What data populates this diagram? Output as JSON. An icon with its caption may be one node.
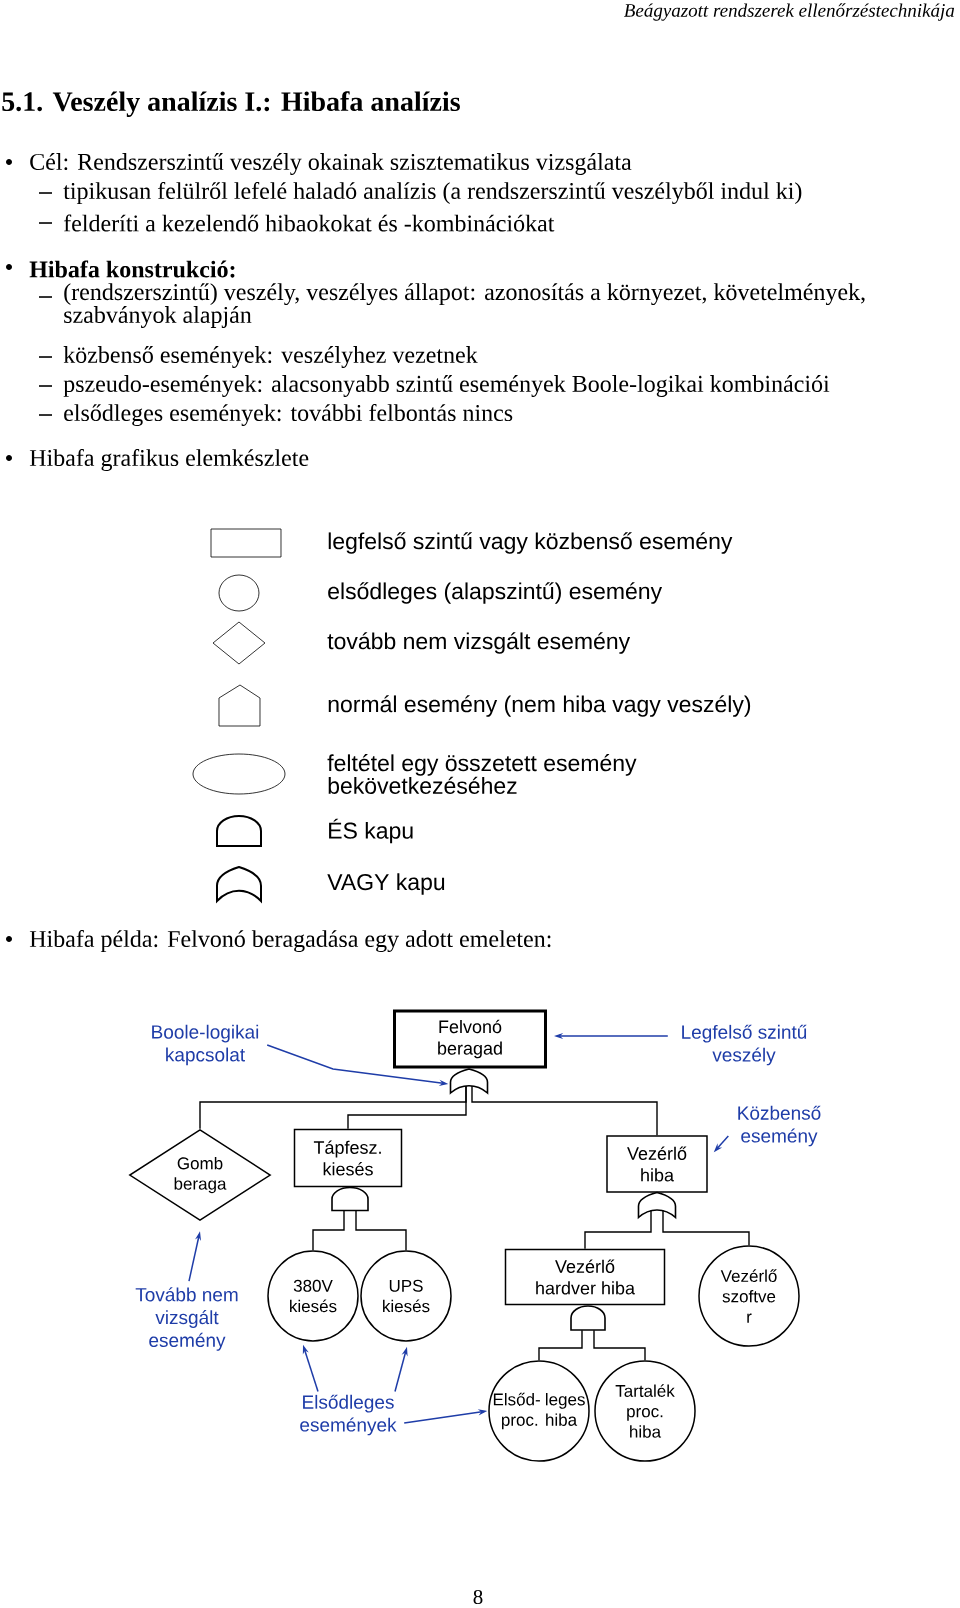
{
  "diagram": {
    "title": "5.1. Veszély analízis I.: Hibafa analízis",
    "nodes": [
      {
        "text": [
          "Boole-logikai kapcsolat"
        ]
      },
      {
        "text": [
          "Felvonó beragad"
        ]
      },
      {
        "text": [
          "Legfelső szintű veszély"
        ]
      },
      {
        "text": [],
        "shape": "or-gate"
      },
      {
        "text": [
          "Közbenső esemény"
        ]
      },
      {
        "text": [
          "Gomb beraga"
        ]
      },
      {
        "text": [
          "Tápfesz. kiesés"
        ]
      },
      {
        "text": [
          "Vezérlő hiba"
        ]
      },
      {
        "text": [],
        "shape": "and-gate"
      },
      {
        "text": [],
        "shape": "or-gate"
      },
      {
        "text": [
          "Tovább nem vizsgált esemény"
        ]
      },
      {
        "text": [
          "380V kiesés"
        ]
      },
      {
        "text": [
          "UPS kiesés"
        ]
      },
      {
        "text": [
          "Vezérlő hardver hiba"
        ]
      },
      {
        "text": [
          "Vezérlő szoftve r"
        ]
      },
      {
        "text": [],
        "shape": "and-gate"
      },
      {
        "text": [
          "Elsődleges események"
        ]
      },
      {
        "text": [
          "Elsőd- leges proc. hiba"
        ]
      },
      {
        "text": [
          "Tartalék proc. hiba"
        ]
      }
    ],
    "edges": [
      {
        "from": 3,
        "to": 5,
        "arrow": "none"
      },
      {
        "from": 3,
        "to": 6,
        "arrow": "none"
      },
      {
        "from": 3,
        "to": 7,
        "arrow": "none"
      },
      {
        "from": 8,
        "to": 11,
        "arrow": "none"
      },
      {
        "from": 8,
        "to": 12,
        "arrow": "none"
      },
      {
        "from": 9,
        "to": 13,
        "arrow": "none"
      },
      {
        "from": 9,
        "to": 14,
        "arrow": "none"
      },
      {
        "from": 15,
        "to": 17,
        "arrow": "none"
      },
      {
        "from": 15,
        "to": 18,
        "arrow": "none"
      },
      {
        "from": 0,
        "to": 3,
        "arrow": "to",
        "color": "#1f3da8"
      },
      {
        "from": 2,
        "to": 1,
        "arrow": "to",
        "color": "#1f3da8"
      },
      {
        "from": 4,
        "to": 7,
        "arrow": "to",
        "color": "#1f3da8"
      },
      {
        "from": 10,
        "to": 5,
        "arrow": "to",
        "color": "#1f3da8"
      },
      {
        "from": 16,
        "to": 11,
        "arrow": "to",
        "color": "#1f3da8"
      },
      {
        "from": 16,
        "to": 12,
        "arrow": "to",
        "color": "#1f3da8"
      },
      {
        "from": 16,
        "to": 17,
        "arrow": "to",
        "color": "#1f3da8"
      }
    ],
    "labels": [
      "Beágyazott rendszerek ellenőrzéstechnikája",
      "Cél: Rendszerszintű veszély okainak szisztematikus vizsgálata",
      "tipikusan felülről lefelé haladó analízis (a rendszerszintű veszélyből indul ki)",
      "felderíti a kezelendő hibaokokat és -kombinációkat",
      "Hibafa konstrukció:",
      "(rendszerszintű) veszély, veszélyes állapot: azonosítás a környezet, követelmények, szabványok alapján",
      "közbenső események: veszélyhez vezetnek",
      "pszeudo-események: alacsonyabb szintű események Boole-logikai kombinációi",
      "elsődleges események: további felbontás nincs",
      "Hibafa grafikus elemkészlete",
      "Hibafa példa: Felvonó beragadása egy adott emeleten:",
      "8"
    ],
    "legend": [
      {
        "text": "legfelső szintű vagy közbenső esemény"
      },
      {
        "text": "elsődleges (alapszintű) esemény"
      },
      {
        "text": "tovább nem vizsgált esemény"
      },
      {
        "text": "normál esemény (nem hiba vagy veszély)"
      },
      {
        "text": "feltétel egy összetett esemény bekövetkezéséhez"
      },
      {
        "text": "ÉS kapu"
      },
      {
        "text": "VAGY kapu"
      }
    ]
  }
}
